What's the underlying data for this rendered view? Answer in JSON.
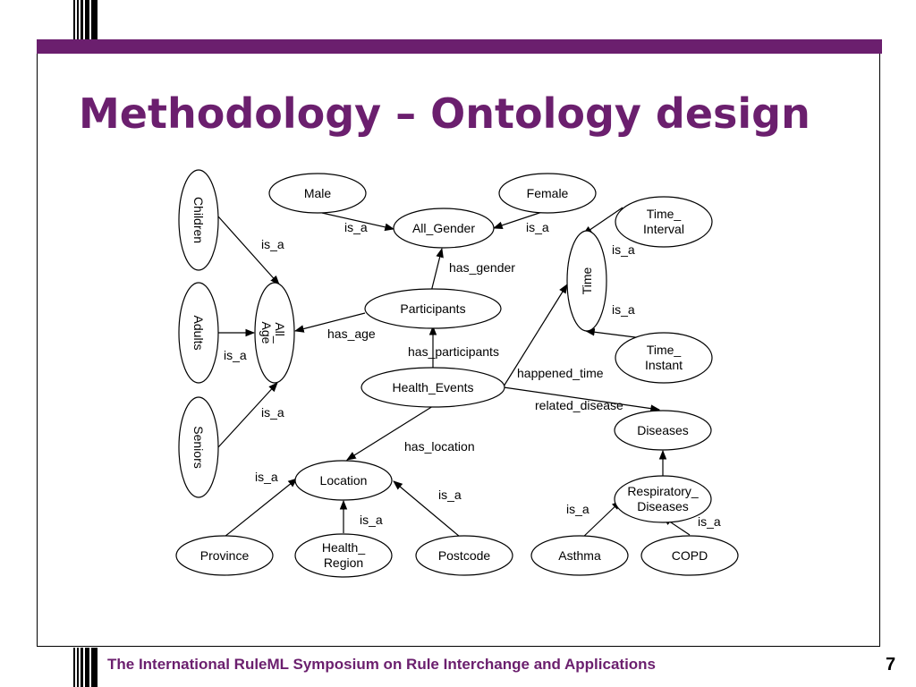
{
  "slide": {
    "title": "Methodology – Ontology design",
    "footer": "The International RuleML Symposium on Rule Interchange and Applications",
    "page_number": "7"
  },
  "colors": {
    "accent": "#6b1f6e",
    "line": "#000000"
  },
  "diagram": {
    "nodes": {
      "children": [
        "Children"
      ],
      "adults": [
        "Adults"
      ],
      "seniors": [
        "Seniors"
      ],
      "all_age": [
        "All_",
        "Age"
      ],
      "male": [
        "Male"
      ],
      "female": [
        "Female"
      ],
      "all_gender": [
        "All_Gender"
      ],
      "participants": [
        "Participants"
      ],
      "health_events": [
        "Health_Events"
      ],
      "time_interval": [
        "Time_",
        "Interval"
      ],
      "time": [
        "Time"
      ],
      "time_instant": [
        "Time_",
        "Instant"
      ],
      "diseases": [
        "Diseases"
      ],
      "respiratory_diseases": [
        "Respiratory_",
        "Diseases"
      ],
      "asthma": [
        "Asthma"
      ],
      "copd": [
        "COPD"
      ],
      "location": [
        "Location"
      ],
      "province": [
        "Province"
      ],
      "health_region": [
        "Health_",
        "Region"
      ],
      "postcode": [
        "Postcode"
      ]
    },
    "edge_labels": {
      "children_is_a": "is_a",
      "adults_is_a": "is_a",
      "seniors_is_a": "is_a",
      "male_is_a": "is_a",
      "female_is_a": "is_a",
      "has_gender": "has_gender",
      "has_age": "has_age",
      "has_participants": "has_participants",
      "happened_time": "happened_time",
      "related_disease": "related_disease",
      "has_location": "has_location",
      "time_interval_is_a": "is_a",
      "time_instant_is_a": "is_a",
      "asthma_is_a": "is_a",
      "copd_is_a": "is_a",
      "province_is_a": "is_a",
      "health_region_is_a": "is_a",
      "postcode_is_a": "is_a"
    }
  }
}
